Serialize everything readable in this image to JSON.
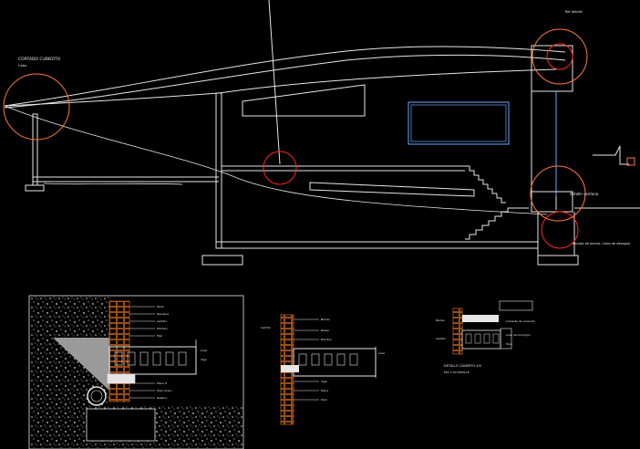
{
  "section": {
    "title": "CORTADO CUBIERTO",
    "subtitle": "Cabo",
    "corner_label": "Ref detalle",
    "detail_label": "detalle ventana",
    "note_label": "anclaje de barras / tubo de desague"
  },
  "details": {
    "detail1": {
      "labels": [
        "Texto",
        "Revoque",
        "Ladrillo",
        "Mortero",
        "Pilar",
        "Losa",
        "Viga",
        "Placa H",
        "Tubo Acero",
        "Relleno"
      ]
    },
    "detail2": {
      "labels": [
        "Barras",
        "Bases",
        "Mortero",
        "Losa",
        "Viga",
        "Placa",
        "Tubo",
        "Ladrillo"
      ]
    },
    "detail3": {
      "title": "DETALLE CUBIERTO 4/5",
      "scale": "ESC 1:20 DETALLE",
      "labels": [
        "Cubierta de cemento",
        "Barras",
        "Losa de hormigon",
        "Ladrillo",
        "Tubo"
      ]
    }
  },
  "colors": {
    "background": "#000000",
    "lines": "#e6e6e6",
    "circles": "#ff2a1a",
    "orange": "#ff7a3a",
    "hatch": "#cfcfcf",
    "panel": "#9a9a9a",
    "brick": "#c0601a",
    "blue": "#6aa8ff"
  }
}
